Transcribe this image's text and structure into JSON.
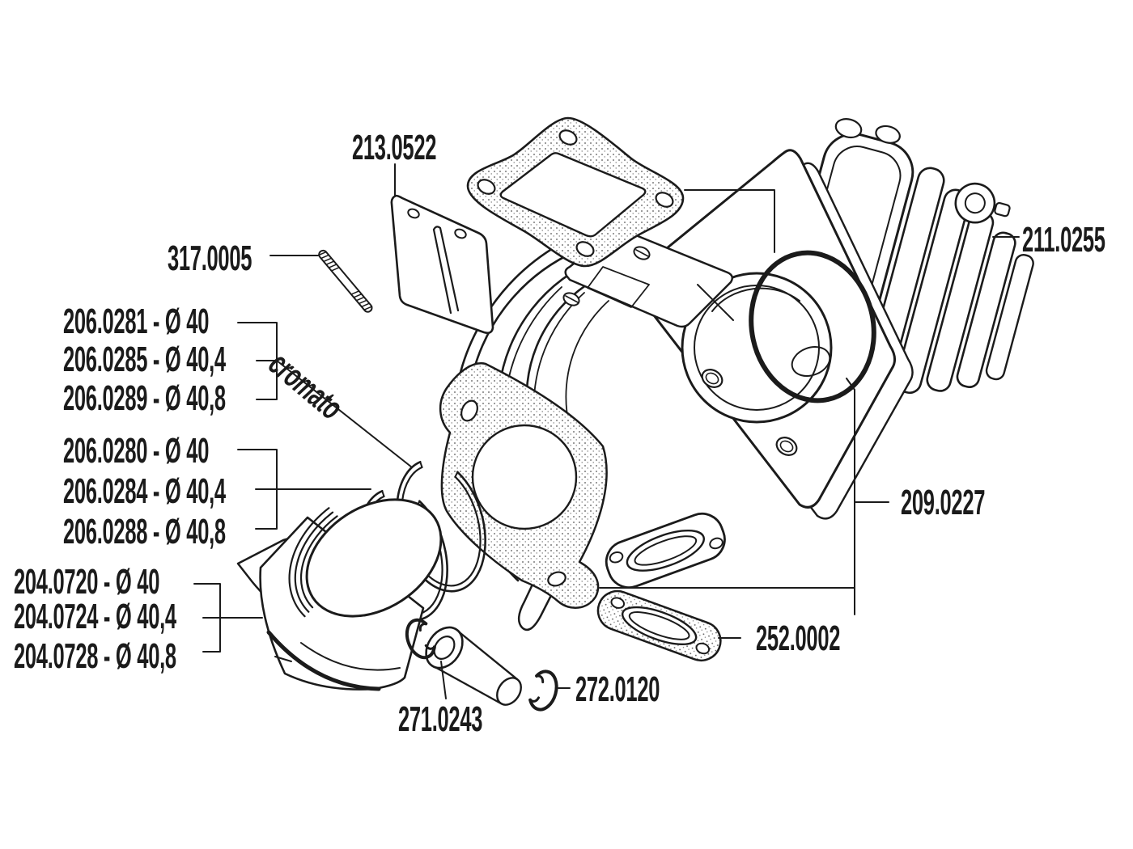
{
  "diagram": {
    "background": "#ffffff",
    "ink": "#1b1b1b",
    "annotations": {
      "reed_petals": "213.0522",
      "stud": "317.0005",
      "cylinder_head": "211.0255",
      "gasket_set": "209.0227",
      "exhaust_gasket": "252.0002",
      "pin_circlip": "272.0120",
      "piston_pin": "271.0243",
      "chrome_note": "cromato",
      "ring_options_top": [
        "206.0281 - Ø 40",
        "206.0285 - Ø 40,4",
        "206.0289 - Ø 40,8"
      ],
      "ring_options_bottom": [
        "206.0280 - Ø 40",
        "206.0284 - Ø 40,4",
        "206.0288 - Ø 40,8"
      ],
      "piston_options": [
        "204.0720 - Ø 40",
        "204.0724 - Ø 40,4",
        "204.0728 - Ø 40,8"
      ]
    }
  }
}
